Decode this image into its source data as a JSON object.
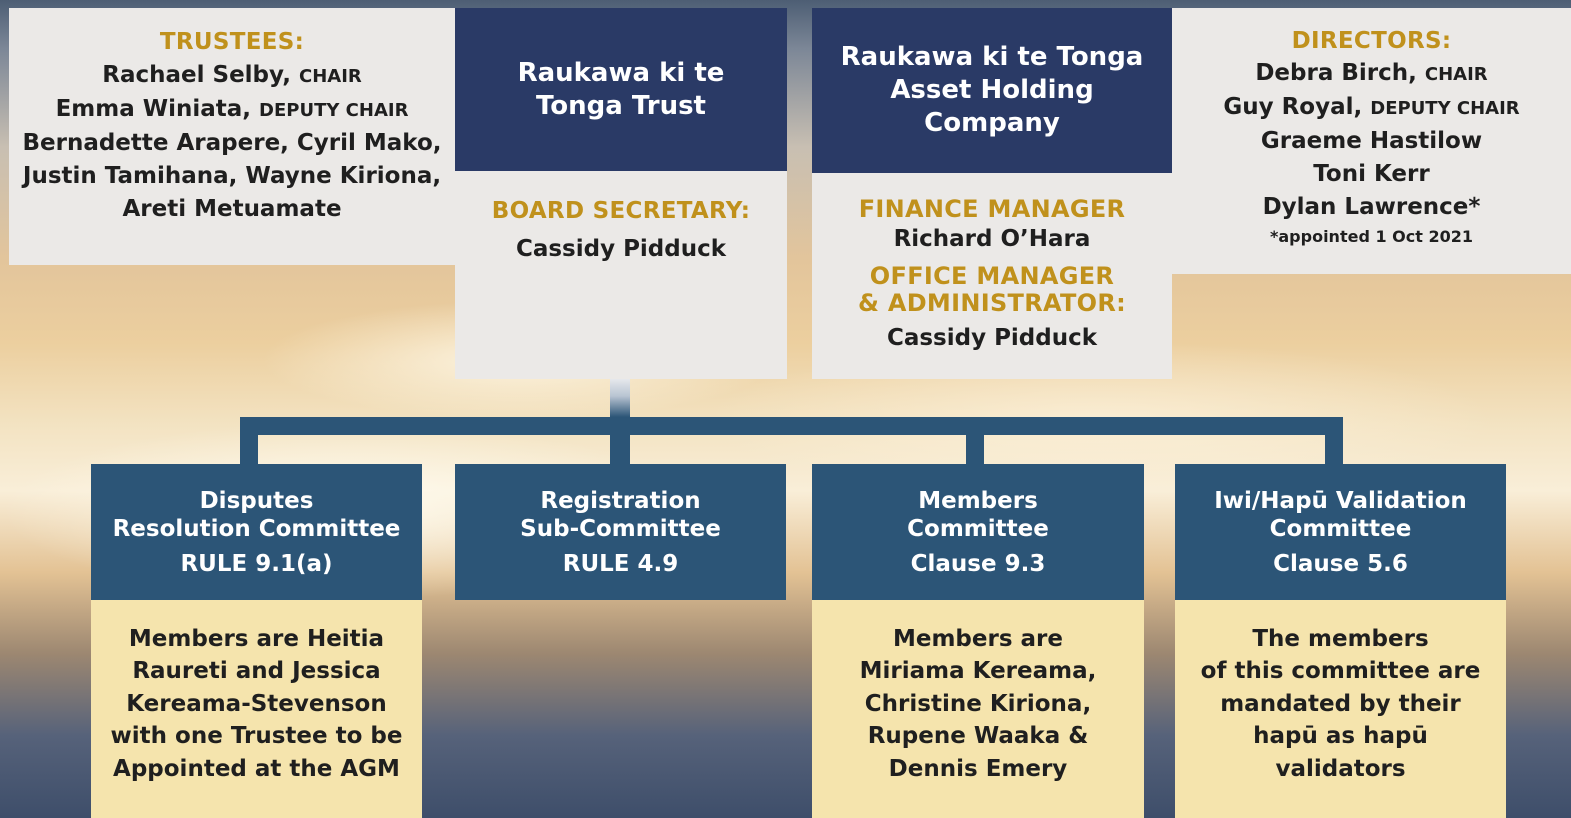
{
  "trustees": {
    "heading": "TRUSTEES:",
    "chair_name": "Rachael Selby,",
    "chair_role": "CHAIR",
    "deputy_name": "Emma Winiata,",
    "deputy_role": "DEPUTY CHAIR",
    "others": [
      "Bernadette Arapere, Cyril Mako,",
      "Justin Tamihana, Wayne Kiriona,",
      "Areti Metuamate"
    ]
  },
  "trust": {
    "title": "Raukawa ki te\nTonga Trust",
    "secretary_heading": "BOARD SECRETARY:",
    "secretary_name": "Cassidy Pidduck"
  },
  "company": {
    "title": "Raukawa ki te Tonga\nAsset Holding\nCompany",
    "finance_heading": "FINANCE MANAGER",
    "finance_name": "Richard O’Hara",
    "office_heading_1": "OFFICE MANAGER",
    "office_heading_2": "& ADMINISTRATOR:",
    "office_name": "Cassidy Pidduck"
  },
  "directors": {
    "heading": "DIRECTORS:",
    "chair_name": "Debra Birch,",
    "chair_role": "CHAIR",
    "deputy_name": "Guy Royal,",
    "deputy_role": "DEPUTY CHAIR",
    "others": [
      "Graeme Hastilow",
      "Toni Kerr",
      "Dylan Lawrence*"
    ],
    "footnote": "*appointed 1 Oct 2021"
  },
  "committees": [
    {
      "title": "Disputes\nResolution Committee",
      "rule": "RULE 9.1(a)",
      "members": "Members are Heitia\nRaureti and Jessica\nKereama-Stevenson\nwith one Trustee to be\nAppointed at the AGM"
    },
    {
      "title": "Registration\nSub-Committee",
      "rule": "RULE 4.9",
      "members": ""
    },
    {
      "title": "Members\nCommittee",
      "rule": "Clause 9.3",
      "members": "Members are\nMiriama Kereama,\nChristine Kiriona,\nRupene Waaka &\nDennis Emery"
    },
    {
      "title": "Iwi/Hapū Validation\nCommittee",
      "rule": "Clause 5.6",
      "members": "The members\nof this committee are\nmandated by their\nhapū as hapū\nvalidators"
    }
  ],
  "colors": {
    "navy": "#2a3a66",
    "steel": "#2c5577",
    "gold": "#c0911c",
    "cream": "#f5e4ad",
    "panel": "#ebe9e7"
  }
}
